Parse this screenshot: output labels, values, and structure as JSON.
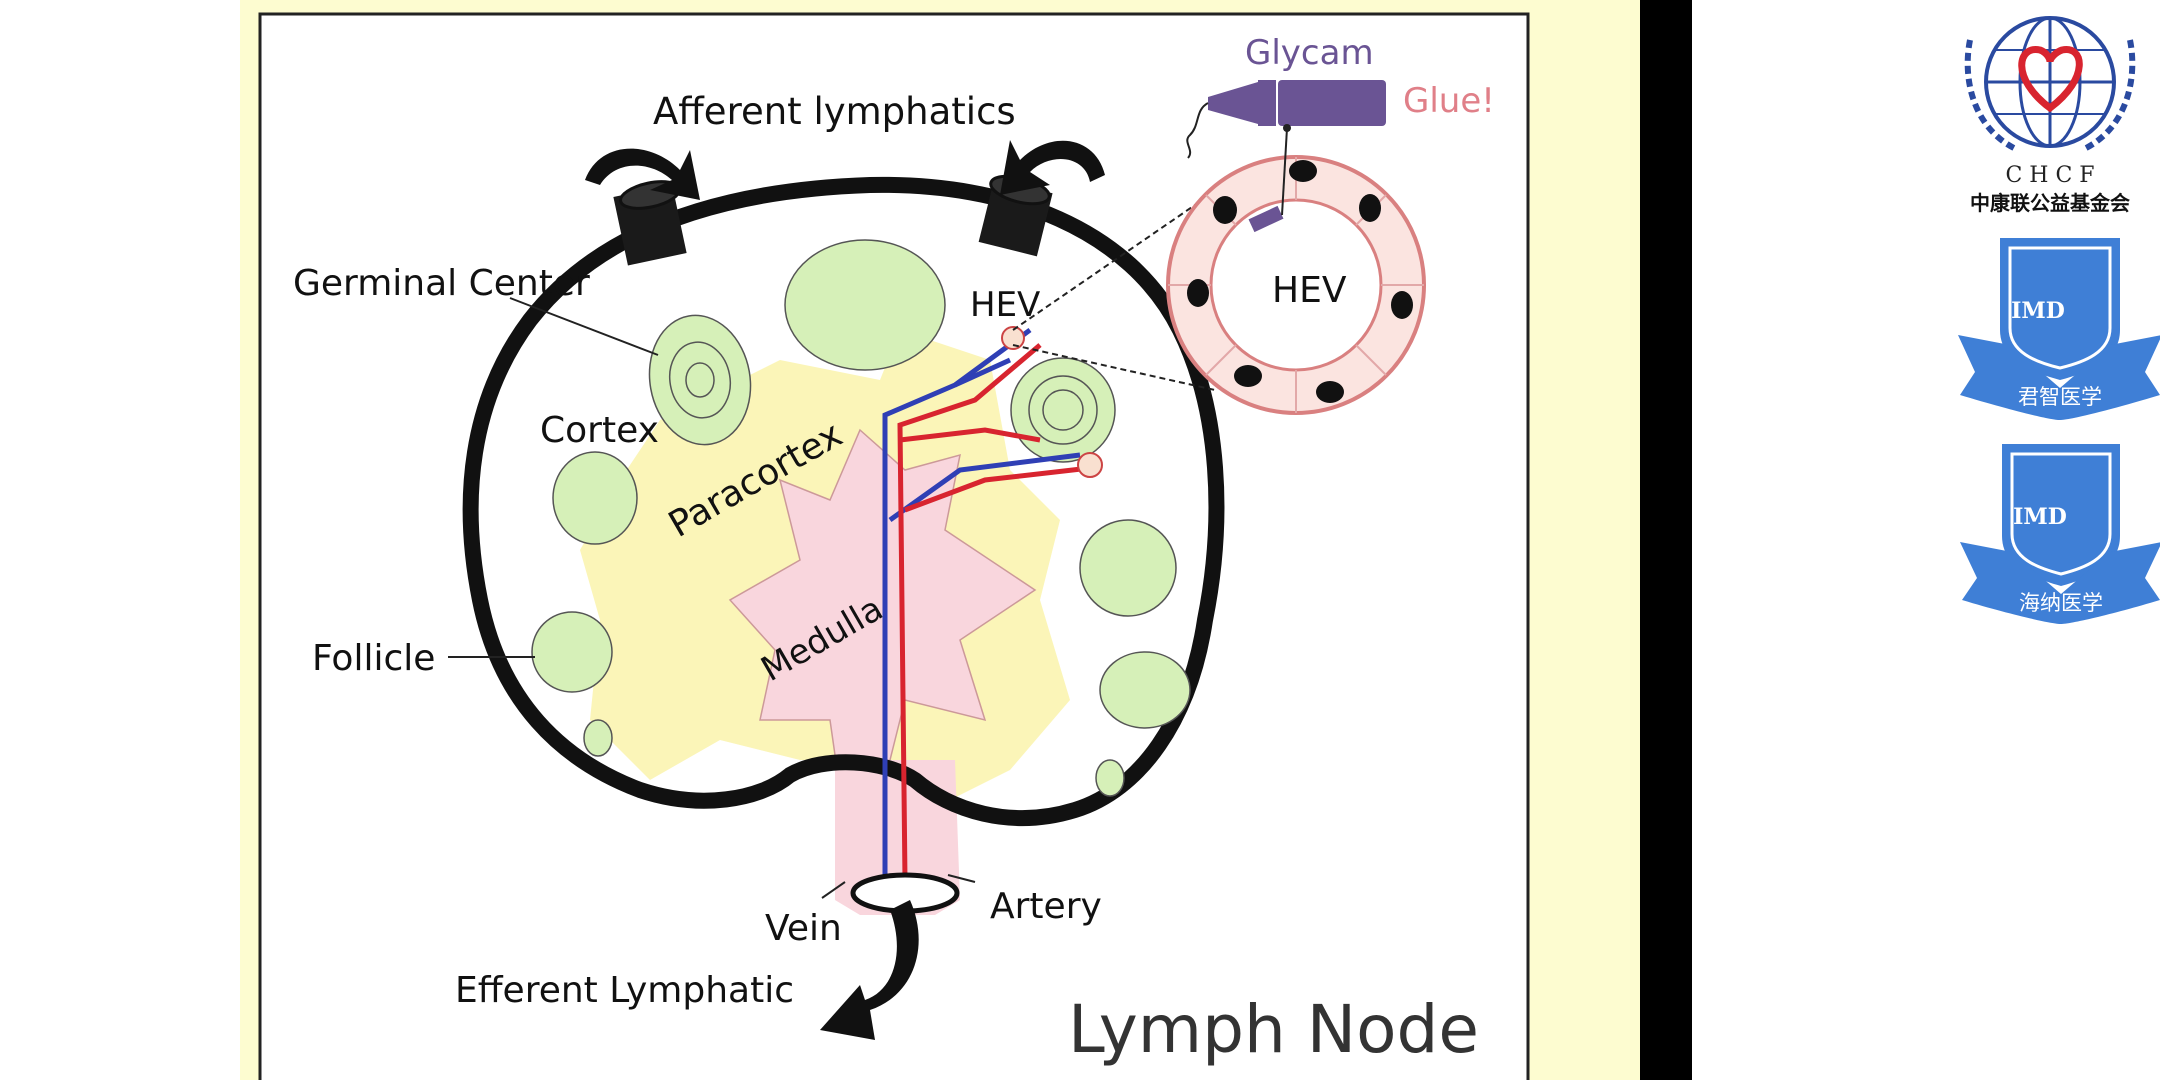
{
  "diagram": {
    "title": "Lymph Node",
    "labels": {
      "afferent": "Afferent lymphatics",
      "germinal_center": "Germinal Center",
      "cortex": "Cortex",
      "paracortex": "Paracortex",
      "medulla": "Medulla",
      "follicle": "Follicle",
      "hev": "HEV",
      "hev_inset": "HEV",
      "glycam": "Glycam",
      "glue": "Glue!",
      "vein": "Vein",
      "artery": "Artery",
      "efferent": "Efferent Lymphatic"
    }
  },
  "logos": {
    "chcf_abbr": "C H C F",
    "chcf_name": "中康联公益基金会",
    "badge1_mark": "IMD",
    "badge1_ribbon": "君智医学",
    "badge2_mark": "IMD",
    "badge2_ribbon": "海纳医学"
  },
  "colors": {
    "slide_bg": "#fdfcd0",
    "follicle": "#d6f0b8",
    "paracortex": "#fbf5b8",
    "medulla": "#f9d6dd",
    "vein": "#2f3fb5",
    "artery": "#d8242f",
    "glycam": "#6a5494",
    "glue": "#e07f88",
    "logo_blue": "#3f7fd6"
  }
}
